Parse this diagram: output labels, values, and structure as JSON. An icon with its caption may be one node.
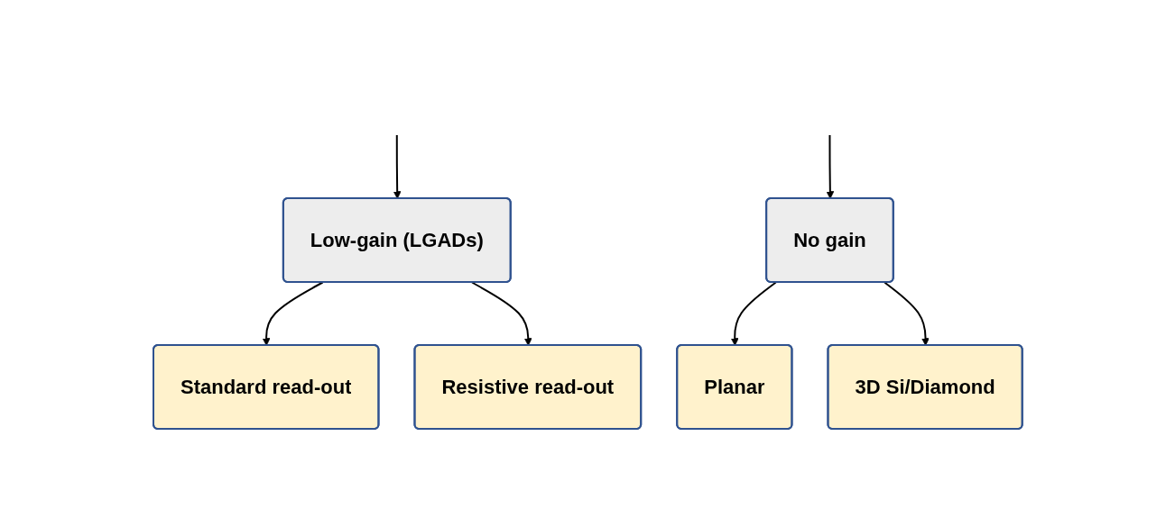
{
  "diagram": {
    "nodes": [
      {
        "text": [
          "Low-gain (LGADs)"
        ]
      },
      {
        "text": [
          "No gain"
        ]
      },
      {
        "text": [
          "Standard read-out"
        ]
      },
      {
        "text": [
          "Resistive read-out"
        ]
      },
      {
        "text": [
          "Planar"
        ]
      },
      {
        "text": [
          "3D Si/Diamond"
        ]
      }
    ],
    "edges": [
      {
        "from": null,
        "to": 0,
        "arrow": "to"
      },
      {
        "from": null,
        "to": 1,
        "arrow": "to"
      },
      {
        "from": 0,
        "to": 2,
        "arrow": "to"
      },
      {
        "from": 0,
        "to": 3,
        "arrow": "to"
      },
      {
        "from": 1,
        "to": 4,
        "arrow": "to"
      },
      {
        "from": 1,
        "to": 5,
        "arrow": "to"
      }
    ]
  }
}
